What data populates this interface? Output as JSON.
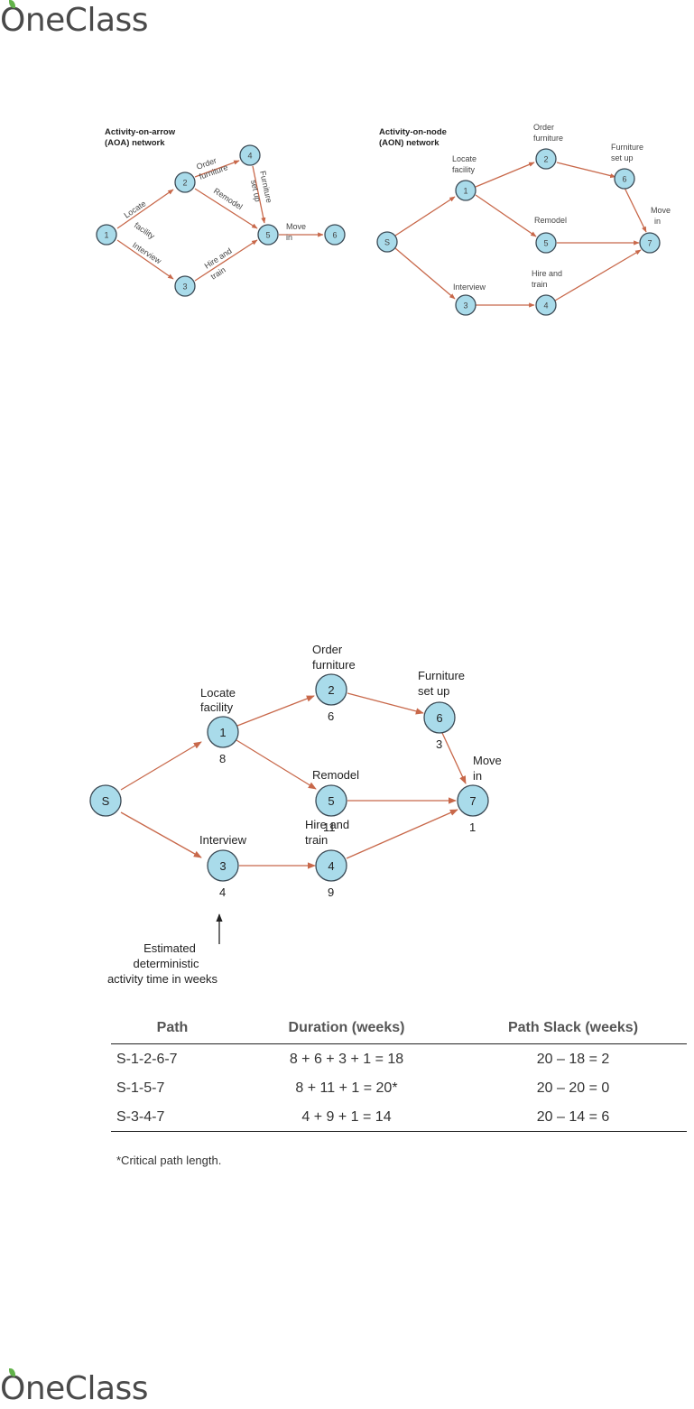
{
  "logo": {
    "text": "OneClass"
  },
  "aoa": {
    "title_line1": "Activity-on-arrow",
    "title_line2": "(AOA) network",
    "nodes": [
      "1",
      "2",
      "3",
      "4",
      "5",
      "6"
    ],
    "labels": {
      "locate": "Locate",
      "facility": "facility",
      "order": "Order",
      "furniture": "furniture",
      "furniture_setup_1": "Furniture",
      "furniture_setup_2": "set up",
      "remodel": "Remodel",
      "interview": "Interview",
      "hire": "Hire and",
      "train": "train",
      "move": "Move",
      "in": "in"
    }
  },
  "aon_small": {
    "title_line1": "Activity-on-node",
    "title_line2": "(AON) network",
    "nodes": [
      "S",
      "1",
      "2",
      "3",
      "4",
      "5",
      "6",
      "7"
    ],
    "labels": {
      "locate": "Locate",
      "facility": "facility",
      "order": "Order",
      "furniture": "furniture",
      "setup1": "Furniture",
      "setup2": "set up",
      "remodel": "Remodel",
      "interview": "Interview",
      "hire": "Hire and",
      "train": "train",
      "move": "Move",
      "in": "in"
    }
  },
  "aon_large": {
    "nodes": [
      "S",
      "1",
      "2",
      "3",
      "4",
      "5",
      "6",
      "7"
    ],
    "durations": {
      "n1": "8",
      "n2": "6",
      "n3": "4",
      "n4": "9",
      "n5": "11",
      "n6": "3",
      "n7": "1"
    },
    "labels": {
      "locate": "Locate",
      "facility": "facility",
      "order": "Order",
      "furniture": "furniture",
      "setup1": "Furniture",
      "setup2": "set up",
      "remodel": "Remodel",
      "interview": "Interview",
      "hire": "Hire and",
      "train": "train",
      "move": "Move",
      "in": "in"
    },
    "note": [
      "Estimated",
      "deterministic",
      "activity time in weeks"
    ]
  },
  "path_table": {
    "headers": [
      "Path",
      "Duration (weeks)",
      "Path Slack (weeks)"
    ],
    "rows": [
      [
        "S-1-2-6-7",
        "8 + 6 + 3 + 1 = 18",
        "20 – 18 = 2"
      ],
      [
        "S-1-5-7",
        "8 + 11 + 1 = 20*",
        "20 – 20 = 0"
      ],
      [
        "S-3-4-7",
        "4 + 9 + 1 = 14",
        "20 – 14 = 6"
      ]
    ],
    "footnote": "*Critical path length."
  }
}
